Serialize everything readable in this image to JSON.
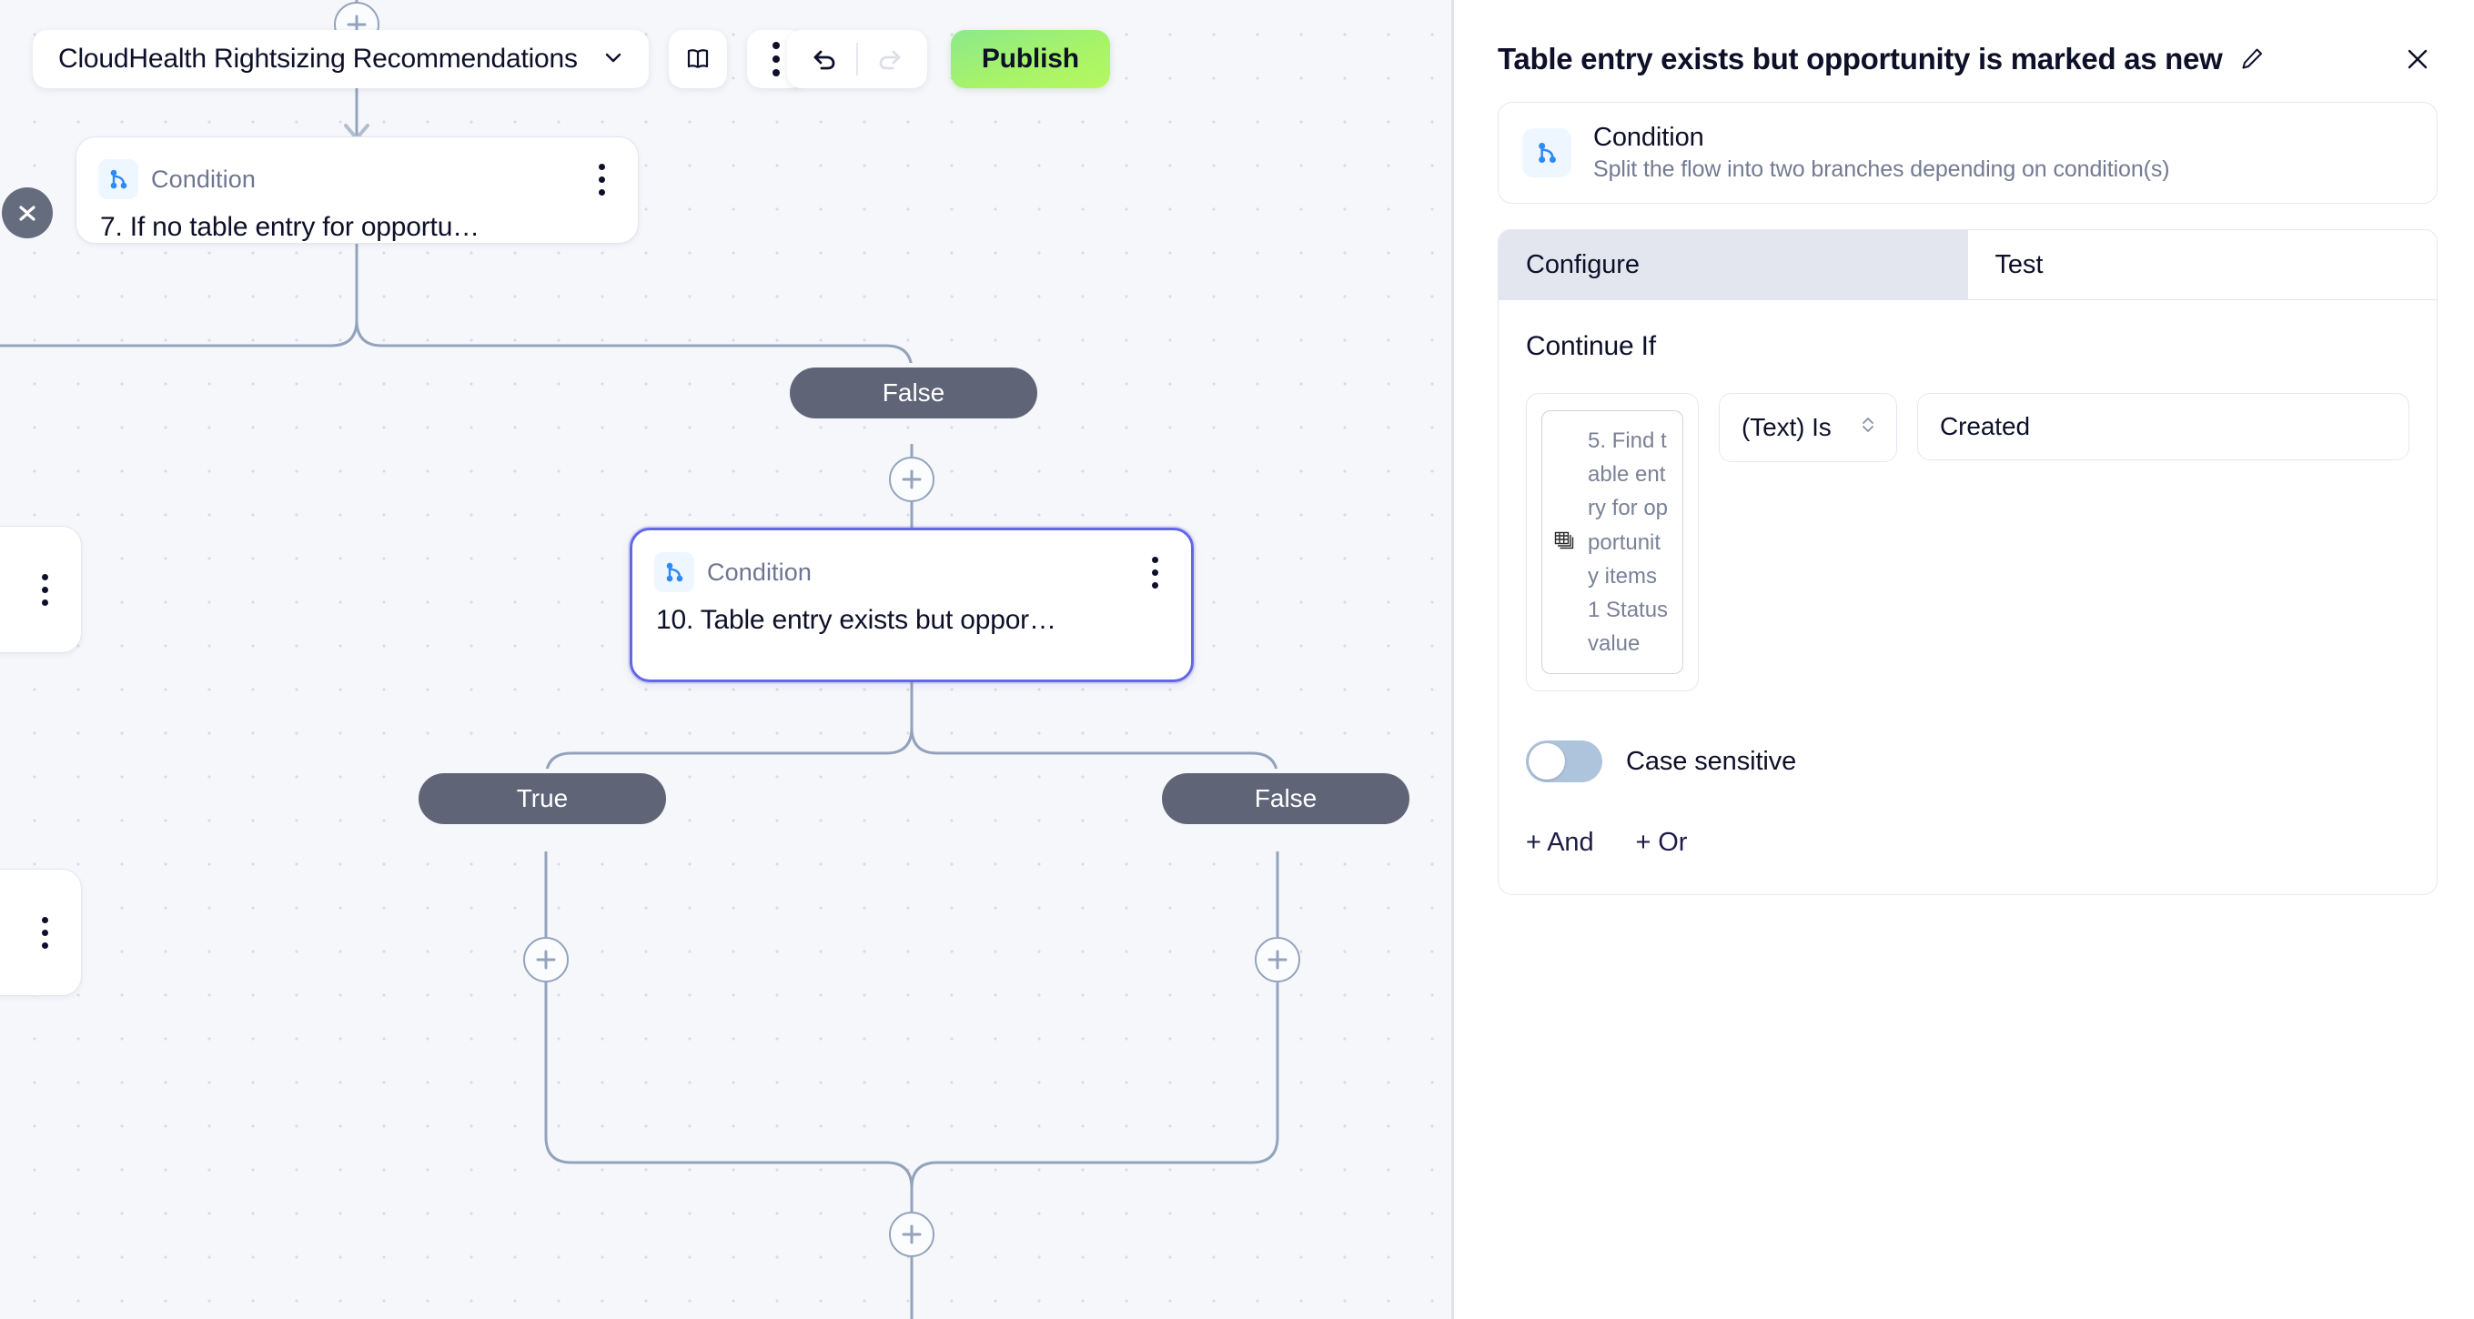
{
  "topbar": {
    "flow_name": "CloudHealth Rightsizing Recommendations",
    "chevron_icon": "chevron-down-icon",
    "docs_icon": "book-icon",
    "more_icon": "kebab-menu-icon",
    "undo_icon": "undo-arrow-icon",
    "redo_icon": "redo-arrow-icon",
    "publish_label": "Publish",
    "publish_color": "#a6f36a"
  },
  "canvas": {
    "collapse_icon": "collapse-chevrons-icon",
    "add_step_icon": "plus-icon",
    "nodes": [
      {
        "type_label": "Condition",
        "title": "7. If no table entry for opportu…",
        "icon": "condition-branch-icon",
        "selected": false
      },
      {
        "type_label": "Condition",
        "title": "10. Table entry exists but oppor…",
        "icon": "condition-branch-icon",
        "selected": true
      }
    ],
    "edge_labels": {
      "upper_false": "False",
      "lower_true": "True",
      "lower_false": "False"
    }
  },
  "panel": {
    "title": "Table entry exists but opportunity is marked as new",
    "edit_icon": "pencil-icon",
    "close_icon": "close-icon",
    "info": {
      "icon": "condition-branch-icon",
      "name": "Condition",
      "description": "Split the flow into two branches depending on condition(s)"
    },
    "tabs": [
      {
        "label": "Configure",
        "active": true
      },
      {
        "label": "Test",
        "active": false
      }
    ],
    "configure": {
      "section_label": "Continue If",
      "token": {
        "icon": "table-stack-icon",
        "text": "5. Find table entry for opportunity items 1 Status value"
      },
      "operator": "(Text) Is",
      "operator_icon": "sort-chevrons-icon",
      "value": "Created",
      "case_sensitive_label": "Case sensitive",
      "case_sensitive_on": false,
      "add_and_label": "+ And",
      "add_or_label": "+ Or"
    }
  }
}
